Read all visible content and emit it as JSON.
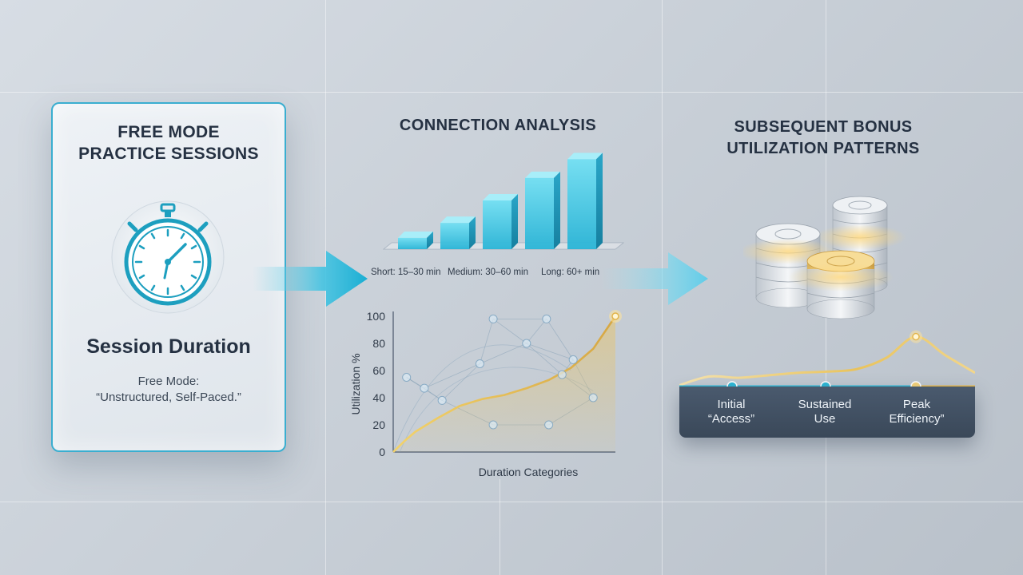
{
  "left_panel": {
    "title_line1": "FREE MODE",
    "title_line2": "PRACTICE SESSIONS",
    "icon": "stopwatch-icon",
    "session_title": "Session Duration",
    "sub_line1": "Free Mode:",
    "sub_line2": "“Unstructured, Self-Paced.”"
  },
  "middle": {
    "heading": "CONNECTION ANALYSIS",
    "bar_labels": [
      "Short: 15–30 min",
      "Medium: 30–60 min",
      "Long: 60+ min"
    ]
  },
  "right": {
    "heading_line1": "SUBSEQUENT BONUS",
    "heading_line2": "UTILIZATION PATTERNS",
    "icon": "coin-stack-icon",
    "phases": [
      {
        "line1": "Initial",
        "line2": "“Access”"
      },
      {
        "line1": "Sustained",
        "line2": "Use"
      },
      {
        "line1": "Peak",
        "line2": "Efficiency”"
      }
    ]
  },
  "colors": {
    "accent": "#2fb8d6",
    "gold": "#e7b84a",
    "dark": "#253142"
  },
  "chart_data": [
    {
      "type": "bar",
      "categories": [
        "Short: 15–30 min",
        "",
        "Medium: 30–60 min",
        "",
        "Long: 60+ min"
      ],
      "values": [
        1.5,
        3.5,
        6.5,
        9.5,
        12.0
      ],
      "ylim": [
        0,
        13
      ]
    },
    {
      "type": "line",
      "xlabel": "Duration Categories",
      "ylabel": "Utilization %",
      "ylim": [
        0,
        100
      ],
      "yticks": [
        0,
        20,
        40,
        60,
        80,
        100
      ],
      "xlim": [
        0,
        10
      ],
      "series": [
        {
          "x": [
            0,
            0.5,
            1,
            2,
            3,
            4,
            5,
            6,
            7,
            8,
            9,
            10
          ],
          "values": [
            0,
            8,
            15,
            25,
            34,
            39,
            42,
            47,
            53,
            62,
            76,
            100
          ]
        }
      ],
      "scatter": [
        {
          "x": 0.6,
          "y": 55
        },
        {
          "x": 1.4,
          "y": 47
        },
        {
          "x": 3.9,
          "y": 65
        },
        {
          "x": 4.5,
          "y": 98
        },
        {
          "x": 6.0,
          "y": 80
        },
        {
          "x": 6.9,
          "y": 98
        },
        {
          "x": 7.6,
          "y": 57
        },
        {
          "x": 8.1,
          "y": 68
        },
        {
          "x": 4.5,
          "y": 20
        },
        {
          "x": 7.0,
          "y": 20
        },
        {
          "x": 9.0,
          "y": 40
        },
        {
          "x": 2.2,
          "y": 38
        }
      ]
    },
    {
      "type": "line",
      "categories": [
        "Initial “Access”",
        "Sustained Use",
        "Peak Efficiency”"
      ],
      "series": [
        {
          "x": [
            0,
            1,
            2,
            3,
            4,
            5,
            6,
            7,
            8,
            9,
            10
          ],
          "values": [
            2,
            16,
            14,
            18,
            22,
            24,
            28,
            46,
            80,
            50,
            22
          ]
        }
      ],
      "ylim": [
        0,
        100
      ]
    }
  ]
}
